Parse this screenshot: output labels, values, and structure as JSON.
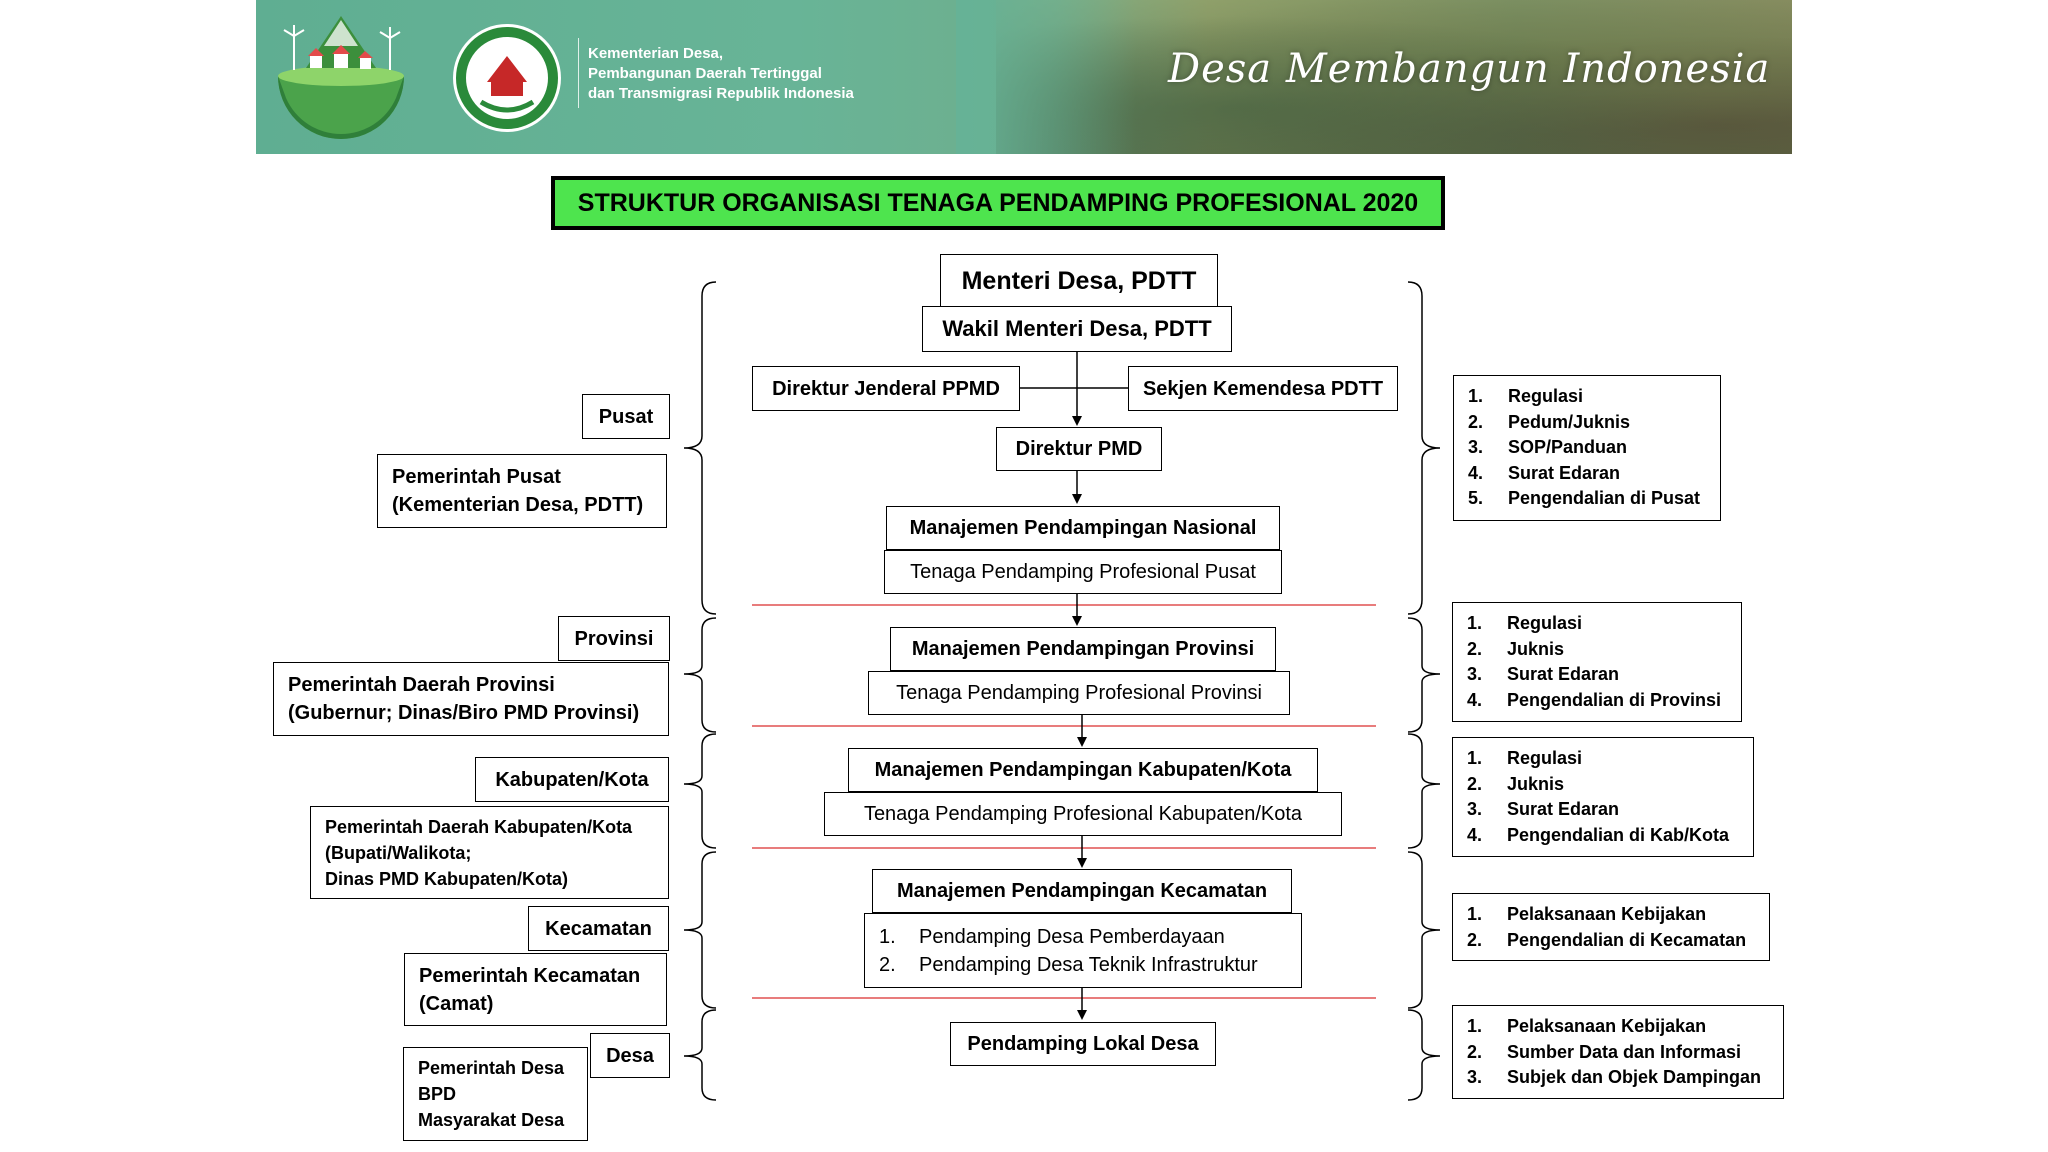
{
  "banner": {
    "ministry_line1": "Kementerian Desa,",
    "ministry_line2": "Pembangunan Daerah Tertinggal",
    "ministry_line3": "dan Transmigrasi Republik Indonesia",
    "tagline": "Desa Membangun Indonesia"
  },
  "title": "STRUKTUR ORGANISASI TENAGA PENDAMPING PROFESIONAL 2020",
  "center": {
    "menteri": "Menteri Desa, PDTT",
    "wakil": "Wakil Menteri Desa, PDTT",
    "dirjen": "Direktur Jenderal PPMD",
    "sekjen": "Sekjen Kemendesa PDTT",
    "direktur": "Direktur PMD",
    "mp_nasional": "Manajemen Pendampingan Nasional",
    "tpp_pusat": "Tenaga Pendamping Profesional Pusat",
    "mp_provinsi": "Manajemen Pendampingan Provinsi",
    "tpp_provinsi": "Tenaga Pendamping Profesional Provinsi",
    "mp_kabupaten": "Manajemen Pendampingan Kabupaten/Kota",
    "tpp_kabupaten": "Tenaga Pendamping Profesional Kabupaten/Kota",
    "mp_kecamatan": "Manajemen Pendampingan Kecamatan",
    "kecamatan_items": [
      {
        "num": "1.",
        "text": "Pendamping Desa Pemberdayaan"
      },
      {
        "num": "2.",
        "text": "Pendamping Desa Teknik Infrastruktur"
      }
    ],
    "lokal_desa": "Pendamping Lokal Desa"
  },
  "levels": {
    "pusat": "Pusat",
    "pusat_gov_line1": "Pemerintah Pusat",
    "pusat_gov_line2": "(Kementerian Desa, PDTT)",
    "provinsi": "Provinsi",
    "provinsi_gov_line1": "Pemerintah Daerah Provinsi",
    "provinsi_gov_line2": "(Gubernur; Dinas/Biro PMD Provinsi)",
    "kabupaten": "Kabupaten/Kota",
    "kabupaten_gov_line1": "Pemerintah Daerah Kabupaten/Kota",
    "kabupaten_gov_line2": "(Bupati/Walikota;",
    "kabupaten_gov_line3": "Dinas PMD Kabupaten/Kota)",
    "kecamatan": "Kecamatan",
    "kecamatan_gov_line1": "Pemerintah Kecamatan",
    "kecamatan_gov_line2": "(Camat)",
    "desa": "Desa",
    "desa_gov_line1": "Pemerintah Desa",
    "desa_gov_line2": "BPD",
    "desa_gov_line3": "Masyarakat Desa"
  },
  "functions": {
    "pusat": [
      {
        "num": "1.",
        "text": "Regulasi"
      },
      {
        "num": "2.",
        "text": "Pedum/Juknis"
      },
      {
        "num": "3.",
        "text": "SOP/Panduan"
      },
      {
        "num": "4.",
        "text": "Surat Edaran"
      },
      {
        "num": "5.",
        "text": "Pengendalian di Pusat"
      }
    ],
    "provinsi": [
      {
        "num": "1.",
        "text": "Regulasi"
      },
      {
        "num": "2.",
        "text": "Juknis"
      },
      {
        "num": "3.",
        "text": "Surat Edaran"
      },
      {
        "num": "4.",
        "text": "Pengendalian di Provinsi"
      }
    ],
    "kabupaten": [
      {
        "num": "1.",
        "text": "Regulasi"
      },
      {
        "num": "2.",
        "text": "Juknis"
      },
      {
        "num": "3.",
        "text": "Surat Edaran"
      },
      {
        "num": "4.",
        "text": "Pengendalian di Kab/Kota"
      }
    ],
    "kecamatan": [
      {
        "num": "1.",
        "text": "Pelaksanaan Kebijakan"
      },
      {
        "num": "2.",
        "text": "Pengendalian di Kecamatan"
      }
    ],
    "desa": [
      {
        "num": "1.",
        "text": "Pelaksanaan Kebijakan"
      },
      {
        "num": "2.",
        "text": "Sumber Data dan Informasi"
      },
      {
        "num": "3.",
        "text": "Subjek dan Objek Dampingan"
      }
    ]
  },
  "colors": {
    "title_bg": "#4ee44e",
    "separator": "#e05050",
    "banner_green": "#66b296"
  }
}
